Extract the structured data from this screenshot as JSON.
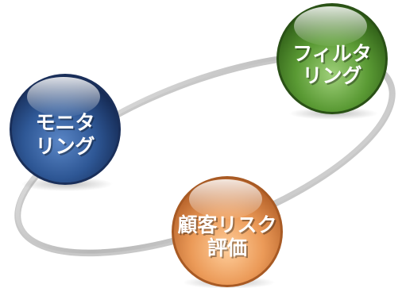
{
  "nodes": {
    "monitoring": {
      "line1": "モニタ",
      "line2": "リング",
      "color": "#2c4f86"
    },
    "filtering": {
      "line1": "フィルタ",
      "line2": "リング",
      "color": "#4a8a2a"
    },
    "customer_risk": {
      "line1": "顧客リスク",
      "line2": "評価",
      "color": "#e58b45"
    }
  },
  "colors": {
    "ring": "#c4c4c4",
    "background": "#ffffff"
  }
}
